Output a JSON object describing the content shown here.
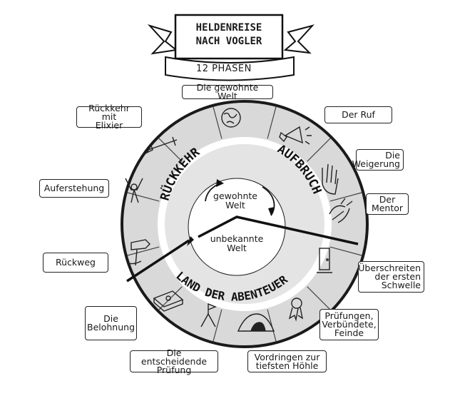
{
  "title": {
    "main": "HELDENREISE\nNACH VOGLER",
    "subtitle": "12 PHASEN"
  },
  "sections": {
    "aufbruch": "AUFBRUCH",
    "rueckkehr": "RÜCKKEHR",
    "abenteuer": "LAND DER ABENTEUER"
  },
  "inner": {
    "known": "gewohnte\nWelt",
    "unknown": "unbekannte\nWelt"
  },
  "phases": [
    {
      "label": "Die gewohnte Welt",
      "icon": "globe-icon"
    },
    {
      "label": "Der Ruf",
      "icon": "megaphone-icon"
    },
    {
      "label": "Die\nWeigerung",
      "icon": "raised-hand-icon"
    },
    {
      "label": "Der\nMentor",
      "icon": "mentor-hand-icon"
    },
    {
      "label": "Überschreiten\nder ersten\nSchwelle",
      "icon": "door-icon"
    },
    {
      "label": "Prüfungen,\nVerbündete,\nFeinde",
      "icon": "medal-icon"
    },
    {
      "label": "Vordringen zur\ntiefsten Höhle",
      "icon": "cave-icon"
    },
    {
      "label": "Die entscheidende\nPrüfung",
      "icon": "summit-flag-icon"
    },
    {
      "label": "Die\nBelohnung",
      "icon": "money-stack-icon"
    },
    {
      "label": "Rückweg",
      "icon": "signpost-icon"
    },
    {
      "label": "Auferstehung",
      "icon": "rising-figure-icon"
    },
    {
      "label": "Rückkehr mit\nElixier",
      "icon": "sword-icon"
    }
  ]
}
